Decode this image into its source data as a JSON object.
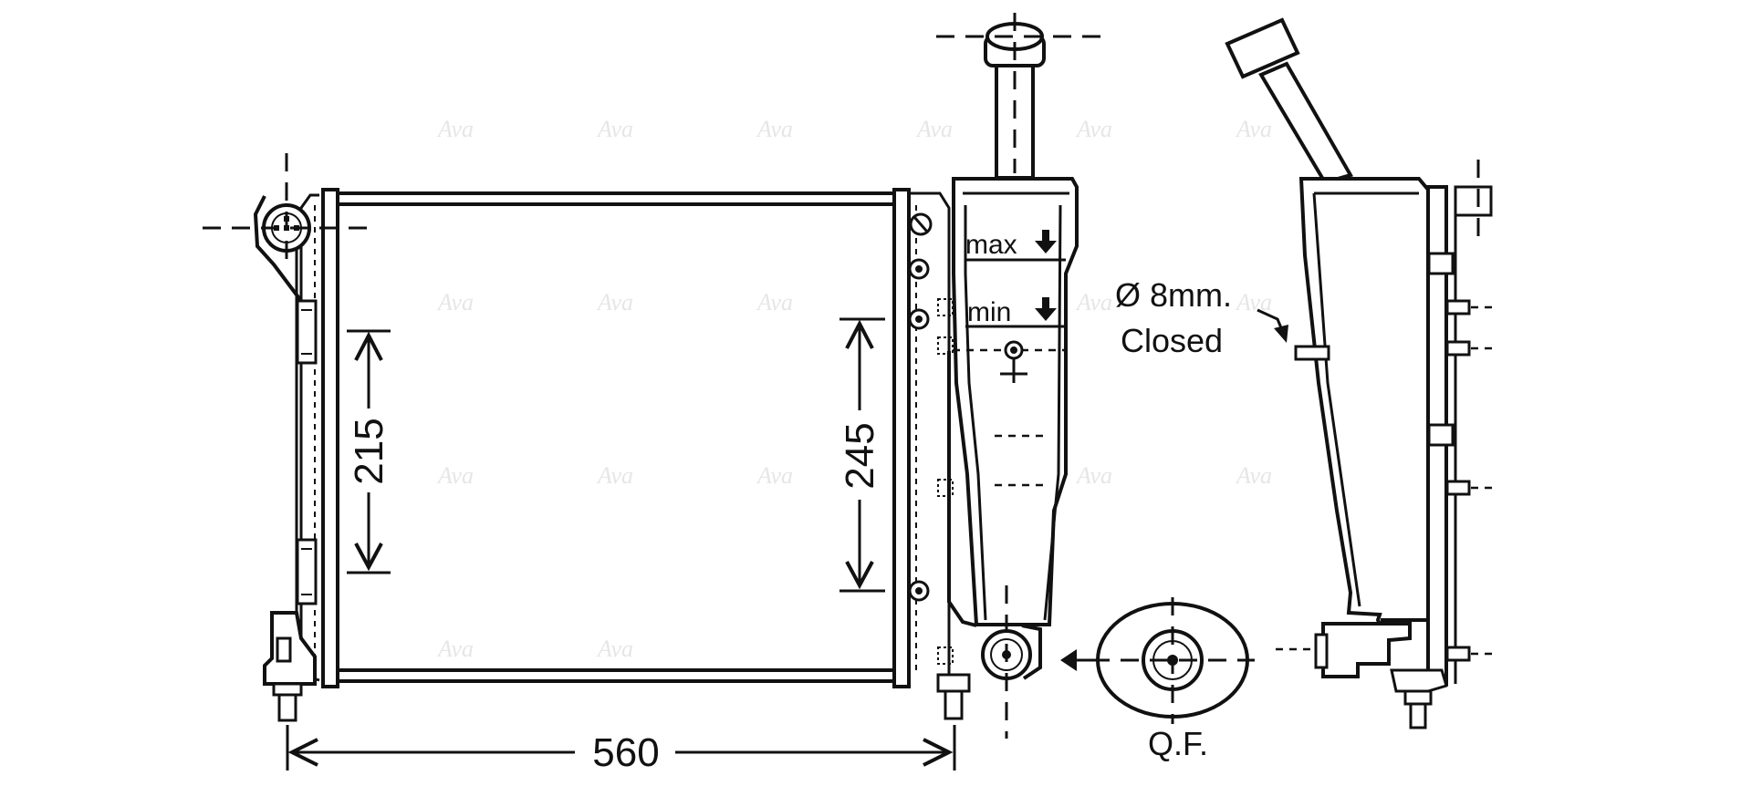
{
  "dimensions": {
    "width": "560",
    "height_left": "215",
    "height_right": "245"
  },
  "tank": {
    "max_label": "max",
    "min_label": "min"
  },
  "outlet": {
    "diameter_label": "Ø 8mm.",
    "state_label": "Closed"
  },
  "connector": {
    "label": "Q.F."
  }
}
